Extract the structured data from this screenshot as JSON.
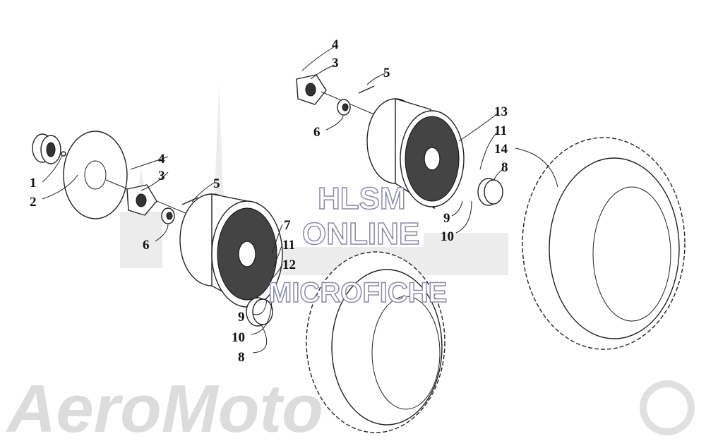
{
  "watermark": {
    "line1": "HLSM",
    "line2": "ONLINE",
    "line3": "MICROFICHE",
    "logo": "AeroMoto"
  },
  "callouts_lower": {
    "c1": "1",
    "c2": "2",
    "c3": "3",
    "c4": "4",
    "c5": "5",
    "c6": "6",
    "c7": "7",
    "c11": "11",
    "c12": "12",
    "c9": "9",
    "c10": "10",
    "c8": "8"
  },
  "callouts_upper": {
    "c4": "4",
    "c3": "3",
    "c5": "5",
    "c6": "6",
    "c13": "13",
    "c11": "11",
    "c14": "14",
    "c8": "8",
    "c9": "9",
    "c10": "10"
  }
}
